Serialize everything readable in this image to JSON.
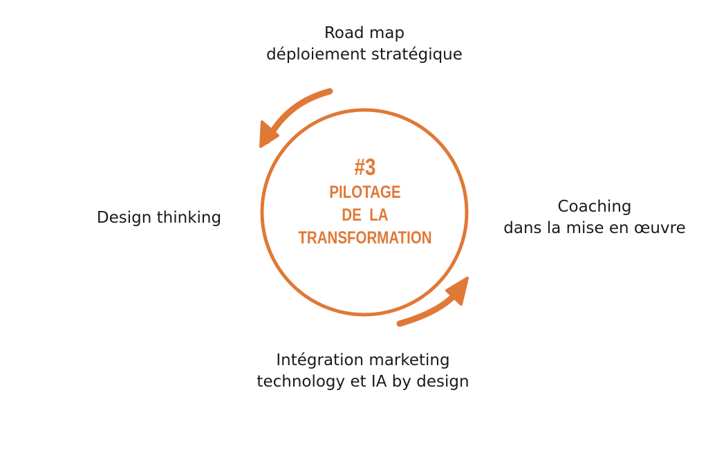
{
  "colors": {
    "accent": "#e07836",
    "text": "#1a1a1a",
    "background": "#ffffff"
  },
  "center": {
    "number": "#3",
    "line1": "PILOTAGE",
    "line2": "DE  LA",
    "line3": "TRANSFORMATION"
  },
  "labels": {
    "top": {
      "line1": "Road map",
      "line2": "déploiement stratégique"
    },
    "left": {
      "line1": "Design thinking"
    },
    "right": {
      "line1": "Coaching",
      "line2": "dans la mise en œuvre"
    },
    "bottom": {
      "line1": "Intégration marketing",
      "line2": "technology et IA by design"
    }
  }
}
